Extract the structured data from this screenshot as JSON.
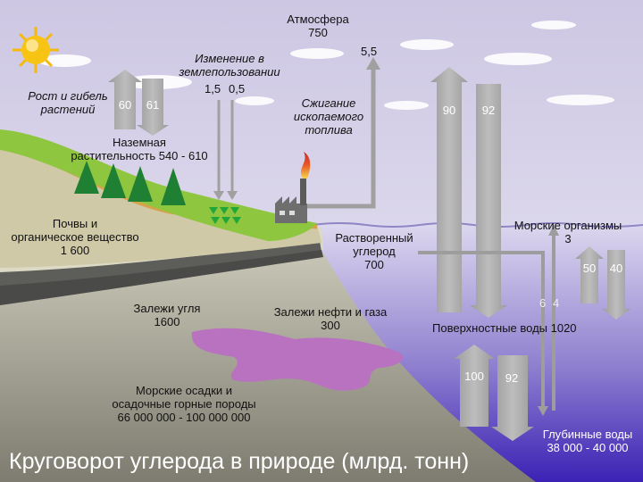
{
  "title": "Круговорот углерода в природе (млрд. тонн)",
  "atmosphere": {
    "name": "Атмосфера",
    "value": "750"
  },
  "plants": {
    "label_line1": "Рост и гибель",
    "label_line2": "растений",
    "up_value": "60",
    "down_value": "61"
  },
  "land_use": {
    "label_line1": "Изменение в",
    "label_line2": "землепользовании",
    "value_a": "1,5",
    "value_b": "0,5"
  },
  "fossil_burning": {
    "label_line1": "Сжигание",
    "label_line2": "ископаемого",
    "label_line3": "топлива",
    "value": "5,5"
  },
  "vegetation": {
    "label_line1": "Наземная",
    "label_line2": "растительность 540 - 610"
  },
  "soils": {
    "label_line1": "Почвы и",
    "label_line2": "органическое вещество",
    "value": "1 600"
  },
  "dissolved_carbon": {
    "label_line1": "Растворенный",
    "label_line2": "углерод",
    "value": "700"
  },
  "ocean_exchange": {
    "up_value": "90",
    "down_value": "92"
  },
  "marine_organisms": {
    "label": "Морские организмы",
    "value": "3",
    "up_value": "50",
    "down_value": "40"
  },
  "coal": {
    "label": "Залежи угля",
    "value": "1600"
  },
  "oil_gas": {
    "label": "Залежи нефти и газа",
    "value": "300"
  },
  "surface_waters": {
    "label": "Поверхностные воды 1020",
    "down_a": "6",
    "down_b": "4"
  },
  "deep_exchange": {
    "up_value": "100",
    "down_value": "92"
  },
  "sediments": {
    "label_line1": "Морские осадки и",
    "label_line2": "осадочные горные породы",
    "value": "66 000 000 - 100 000 000"
  },
  "deep_waters": {
    "label": "Глубинные воды",
    "value": "38 000 - 40 000"
  },
  "colors": {
    "sky": "#d8d3ea",
    "ocean": "#7e6fc4",
    "deep_ocean": "#3e24b8",
    "grass": "#8fc640",
    "arrow": "#a7a7a7",
    "oil": "#b872c0"
  }
}
